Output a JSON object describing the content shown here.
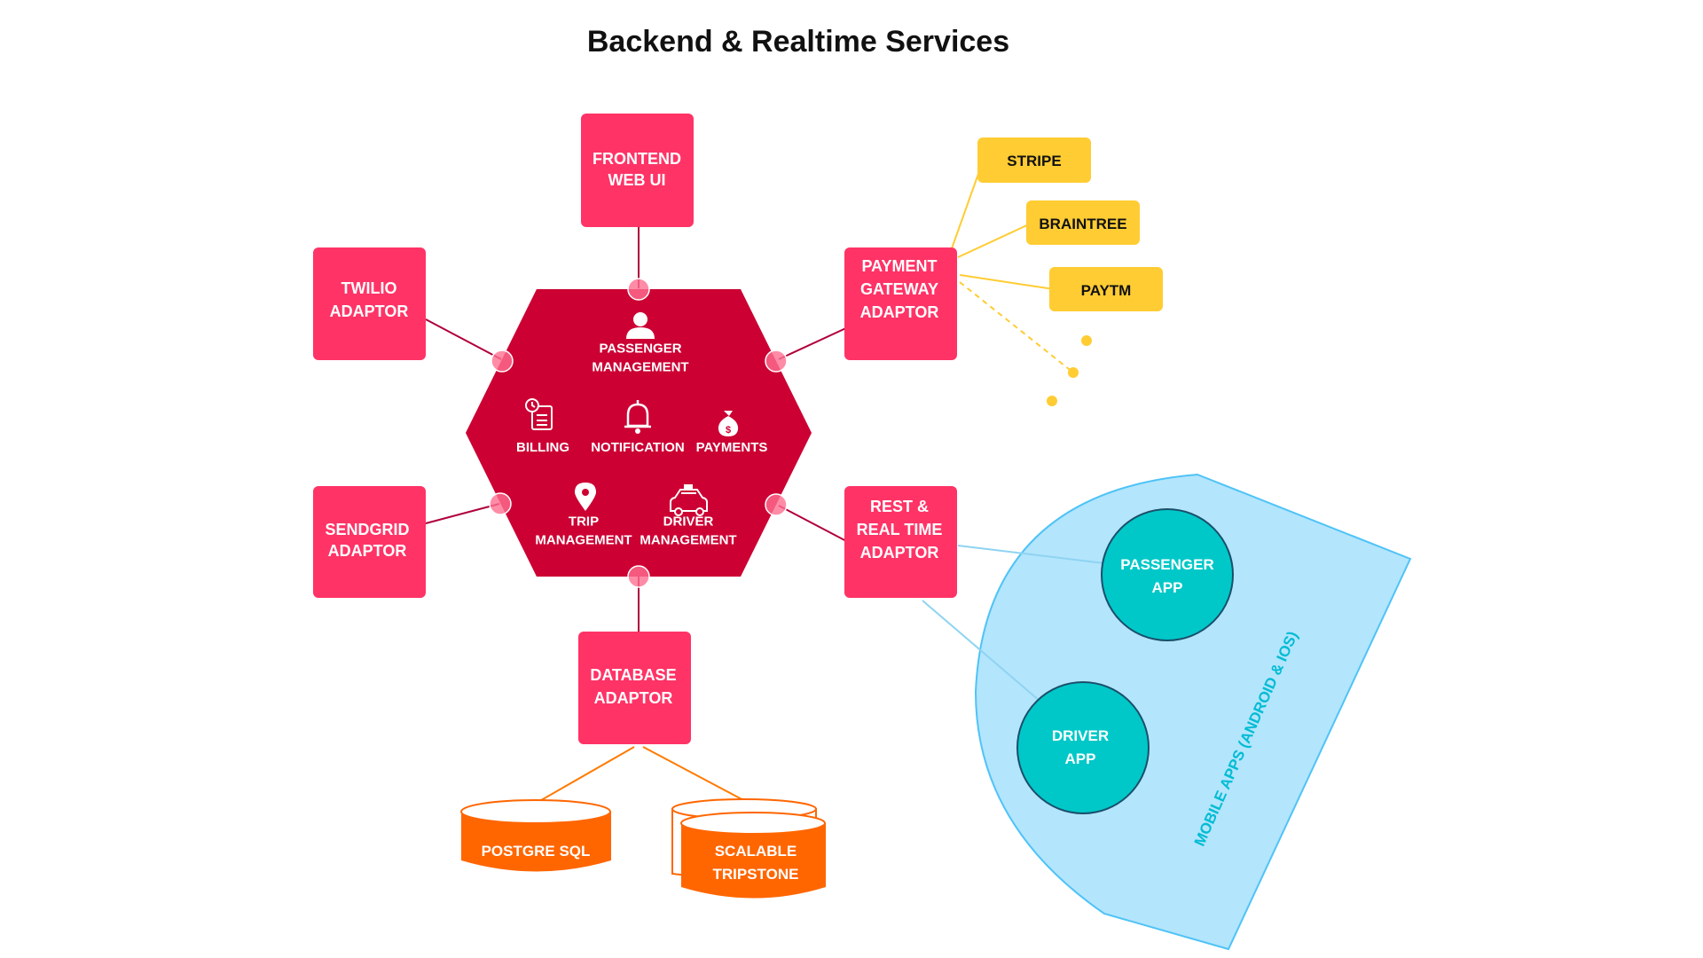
{
  "title": "Backend & Realtime Services",
  "colors": {
    "adaptor": "#ff3366",
    "core": "#cc0033",
    "provider": "#ffcc33",
    "database": "#ff6600",
    "mobile_region": "#b3e5fc",
    "mobile_region_stroke": "#4fc3f7",
    "app_circle": "#00c8c8",
    "link_red": "#b0003a",
    "link_orange": "#ff7a00",
    "link_yellow": "#ffcc33",
    "link_blue": "#8fd3f2"
  },
  "adaptors": {
    "frontend": [
      "FRONTEND",
      "WEB UI"
    ],
    "twilio": [
      "TWILIO",
      "ADAPTOR"
    ],
    "sendgrid": [
      "SENDGRID",
      "ADAPTOR"
    ],
    "payment": [
      "PAYMENT",
      "GATEWAY",
      "ADAPTOR"
    ],
    "rest": [
      "REST &",
      "REAL TIME",
      "ADAPTOR"
    ],
    "database": [
      "DATABASE",
      "ADAPTOR"
    ]
  },
  "core_modules": {
    "passenger": {
      "lines": [
        "PASSENGER",
        "MANAGEMENT"
      ],
      "icon": "user-icon"
    },
    "billing": {
      "lines": [
        "BILLING"
      ],
      "icon": "invoice-icon"
    },
    "notification": {
      "lines": [
        "NOTIFICATION"
      ],
      "icon": "bell-icon"
    },
    "payments": {
      "lines": [
        "PAYMENTS"
      ],
      "icon": "money-bag-icon"
    },
    "trip": {
      "lines": [
        "TRIP",
        "MANAGEMENT"
      ],
      "icon": "map-pin-icon"
    },
    "driver": {
      "lines": [
        "DRIVER",
        "MANAGEMENT"
      ],
      "icon": "taxi-icon"
    }
  },
  "payment_providers": [
    "STRIPE",
    "BRAINTREE",
    "PAYTM"
  ],
  "databases": {
    "postgres": [
      "POSTGRE SQL"
    ],
    "tripstone": [
      "SCALABLE",
      "TRIPSTONE"
    ]
  },
  "mobile": {
    "region_label": "MOBILE APPS (ANDROID & IOS)",
    "passenger_app": [
      "PASSENGER",
      "APP"
    ],
    "driver_app": [
      "DRIVER",
      "APP"
    ]
  }
}
